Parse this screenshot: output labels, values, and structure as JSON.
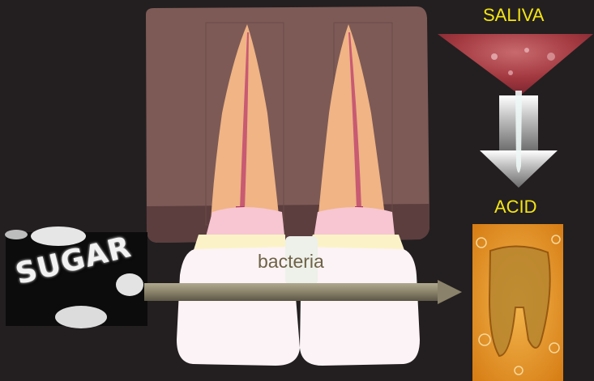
{
  "labels": {
    "saliva": "SALIVA",
    "acid": "ACID",
    "bacteria": "bacteria"
  },
  "sugar_image": {
    "text": "SUGAR"
  },
  "colors": {
    "background": "#231f20",
    "gum": "#7d5a56",
    "gum_dark": "#5c3e3e",
    "dentin": "#f0b485",
    "pulp": "#c85a72",
    "enamel": "#fcf3f6",
    "label_yellow": "#f4e514",
    "arrow": "#8a826a"
  }
}
